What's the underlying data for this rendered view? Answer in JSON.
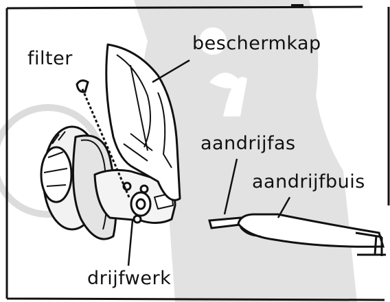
{
  "labels": {
    "filter": "filter",
    "beschermkap": "beschermkap",
    "aandrijfas": "aandrijfas",
    "aandrijfbuis": "aandrijfbuis",
    "drijfwerk": "drijfwerk"
  },
  "colors": {
    "background": "#ffffff",
    "ink": "#111111",
    "watermark": "#d4d4d4"
  }
}
